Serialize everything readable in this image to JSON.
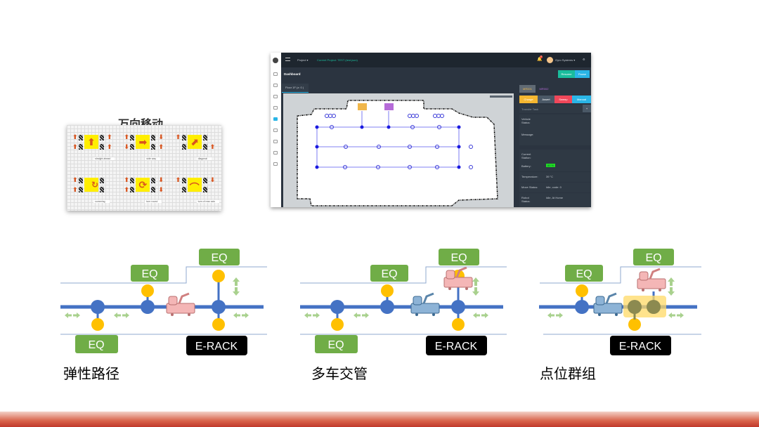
{
  "omni": {
    "title": "万向移动",
    "modes": [
      "straight ahead",
      "side way",
      "diagonal",
      "cornering",
      "turn round",
      "turn of rear axis"
    ]
  },
  "dashboard": {
    "project_menu": "Project ▾",
    "current_project": "Current Project: TEST (test.json)",
    "notif_count": "4",
    "user": "Gyro Systems ▾",
    "page_title": "Dashboard",
    "resume": "Resume",
    "pause": "Pause",
    "floor_tab": "Floor 1F (z: 0 )",
    "vehicle_tabs": [
      "MR001",
      "MR002"
    ],
    "actions": [
      "Charge",
      "Assert",
      "Sweep",
      "Manual"
    ],
    "transfer_placeholder": "Transfer Task",
    "add": "+",
    "fields": [
      {
        "label": "Vehicle Status:",
        "value": ""
      },
      {
        "label": "Message:",
        "value": ""
      },
      {
        "label": "Current Station:",
        "value": ""
      },
      {
        "label": "Battery:",
        "value": "80 %"
      },
      {
        "label": "Temperature:",
        "value": "39 °C"
      },
      {
        "label": "Move Status:",
        "value": "Idle, code: 0"
      },
      {
        "label": "Robot Status:",
        "value": "Idle, At Home"
      }
    ],
    "colors": {
      "accent": "#1abc9c",
      "charge": "#f5b731",
      "assert": "#4a5866",
      "sweep": "#f0475a",
      "manual": "#2ab5e6",
      "battery": "#22dd22"
    }
  },
  "diagrams": [
    {
      "caption": "弹性路径",
      "eq": [
        "EQ",
        "EQ",
        "EQ"
      ],
      "rack": "E-RACK"
    },
    {
      "caption": "多车交管",
      "eq": [
        "EQ",
        "EQ",
        "EQ"
      ],
      "rack": "E-RACK"
    },
    {
      "caption": "点位群组",
      "eq": [
        "EQ",
        "EQ"
      ],
      "rack": "E-RACK"
    }
  ]
}
